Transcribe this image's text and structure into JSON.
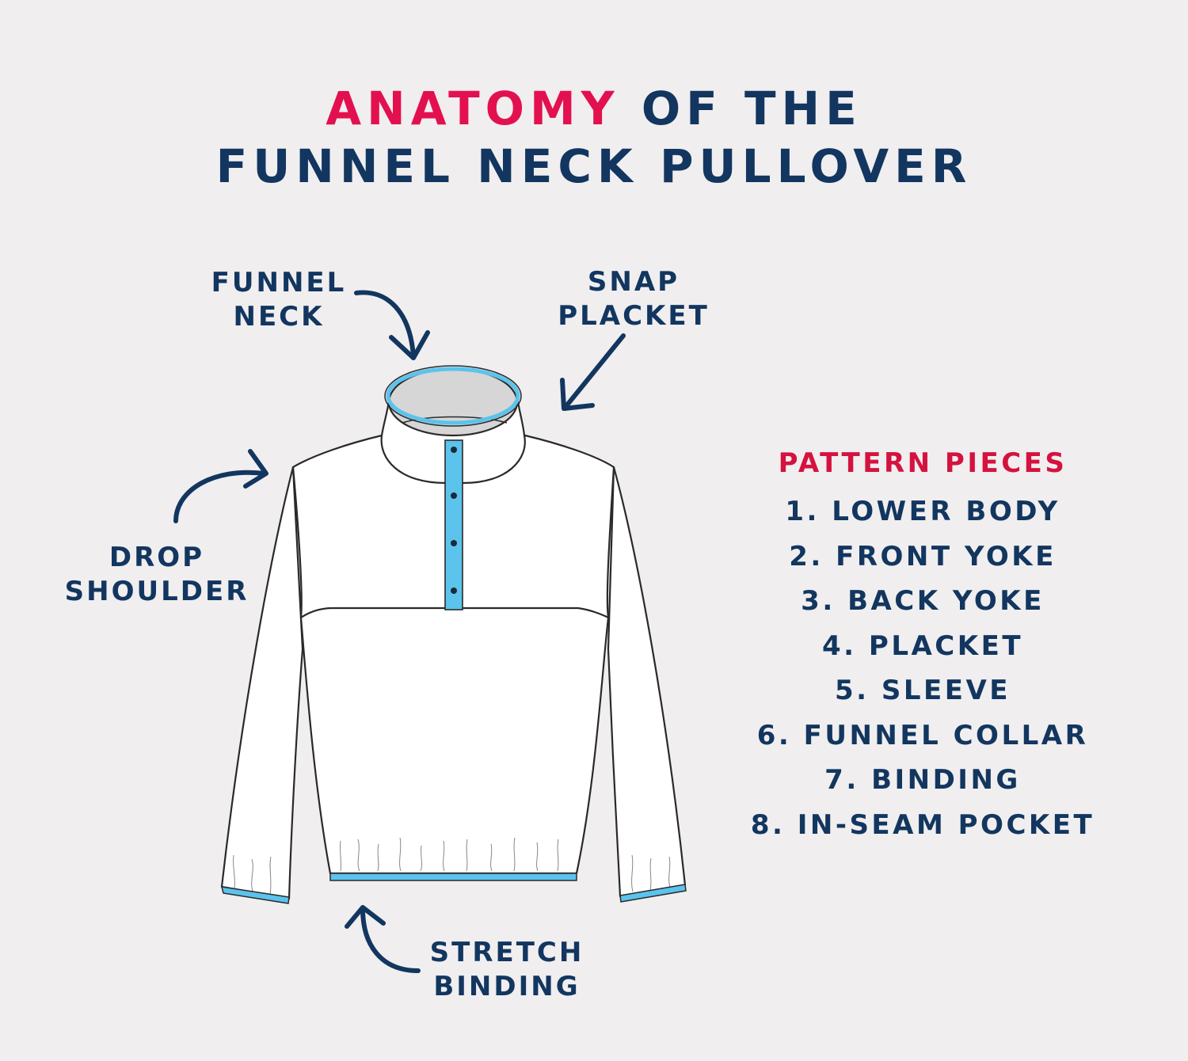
{
  "title": {
    "accent": "ANATOMY",
    "line1_rest": " OF THE",
    "line2": "FUNNEL NECK PULLOVER"
  },
  "callouts": {
    "funnel_neck": [
      "FUNNEL",
      "NECK"
    ],
    "snap_placket": [
      "SNAP",
      "PLACKET"
    ],
    "drop_shoulder": [
      "DROP",
      "SHOULDER"
    ],
    "stretch_binding": [
      "STRETCH",
      "BINDING"
    ]
  },
  "pattern_pieces": {
    "heading": "PATTERN PIECES",
    "items": [
      "1.  LOWER BODY",
      "2. FRONT YOKE",
      "3. BACK YOKE",
      "4. PLACKET",
      "5. SLEEVE",
      "6. FUNNEL COLLAR",
      "7. BINDING",
      "8. IN-SEAM POCKET"
    ]
  },
  "colors": {
    "background": "#f0eeef",
    "navy": "#12365f",
    "accent_pink": "#e3104f",
    "heading_red": "#d5123f",
    "binding_blue": "#5bc3ec"
  }
}
